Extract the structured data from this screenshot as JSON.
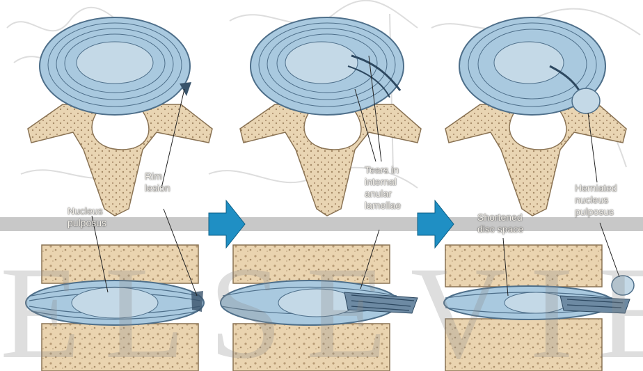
{
  "watermark": "ELSEVIER",
  "labels": {
    "rim_lesion": [
      "Rim",
      "lesion"
    ],
    "nucleus_pulposus": [
      "Nucleus",
      "pulposus"
    ],
    "tears": [
      "Tears in",
      "internal",
      "anular",
      "lamellae"
    ],
    "shortened_disc_space": [
      "Shortened",
      "disc space"
    ],
    "herniated_nucleus_pulposus": [
      "Herniated",
      "nucleus",
      "pulposus"
    ]
  },
  "colors": {
    "bone": "#ead4b0",
    "bone_dark": "#9b8464",
    "disc": "#a9c9df",
    "disc_lines": "#4e6f8a",
    "nucleus": "#c4d9e7",
    "arrow": "#1f8fc4",
    "band": "#9a9a9a"
  }
}
